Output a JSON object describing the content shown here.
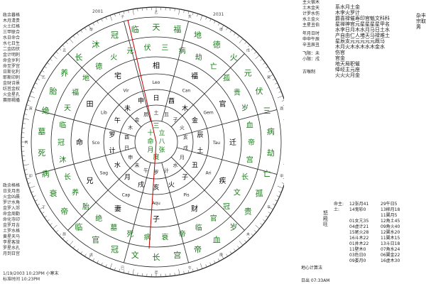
{
  "left_top": [
    "政余暮格",
    "木月清贵",
    "火土红格",
    "三甲联合",
    "水日命合",
    "水七日生",
    "二金四伏",
    "金计明刺",
    "命金岁利",
    "命至罗宫",
    "日斯化利",
    "耶斯印刺",
    "金财诗景",
    "纺莒金权",
    "火金星孔",
    "赛丽褐播"
  ],
  "left_bottom": [
    "政余格格",
    "日支月南",
    "火金凶晨",
    "罗计水角",
    "金罗入郊",
    "命金周勤",
    "命化寺印",
    "金罗月吉",
    "土罗水格",
    "黄星天马",
    "李星客旅",
    "罗星水孔",
    "月到日宫"
  ],
  "bottom_left": [
    "1/19/2003  10:23PM  小寒末",
    "标准时间    10:23PM"
  ],
  "top_degree_left": "2001",
  "top_degree_right": "2031",
  "right_title": [
    "主火宿木",
    "土木金天",
    "计罗水伤",
    "水土金火",
    "主星丑伯"
  ],
  "right_mid": [
    "年月日时",
    "申申午辰",
    "辛丑辰丑"
  ],
  "right_cols": [
    "系水月土金",
    "木李火罗计",
    "爵喜禄催寿印官魁文科科",
    "星禅神官元星星星星甲名",
    "水李日月木水月马日土水",
    "产自由仁人堵天马禄难土",
    "星辰支元元元元元厩马",
    "木月火木水木水木金水",
    "伤官",
    "官金",
    "地天局职催",
    "绛经主元座",
    "火火火月金"
  ],
  "right_vert": [
    "杂丰",
    "宗取",
    "男"
  ],
  "right_small": [
    "飞限：未",
    "小限：戌"
  ],
  "right_label": "古喉制",
  "chart_label": "地心计算法",
  "date_time": "日出  07:33AM",
  "planet_table": {
    "rows": [
      [
        "命主:",
        "12张月41",
        "29午日5"
      ],
      [
        "土:",
        "14鬼轸0",
        "13柳月18"
      ],
      [
        "",
        "",
        "11翼月5"
      ],
      [
        "",
        "01女亢35",
        "12角土45"
      ],
      [
        "",
        "04虚计21",
        "09角火40"
      ],
      [
        "",
        "15尾火28",
        "12翼水20"
      ],
      [
        "",
        "16斗木22",
        "11翼木15"
      ],
      [
        "",
        "01井木22",
        "13斗日18"
      ],
      [
        "",
        "11壁木0",
        "07角水24"
      ],
      [
        "",
        "03危日0",
        "06翼金22"
      ],
      [
        "",
        "09娄月0",
        "16虚木30"
      ]
    ]
  },
  "labels_side": [
    "怒",
    "殿",
    "旺"
  ],
  "outer_ring": [
    "乙",
    "亥",
    "甲",
    "戌",
    "癸",
    "酉",
    "壬",
    "申",
    "辛",
    "未",
    "庚",
    "午",
    "己",
    "巳",
    "戊",
    "辰",
    "丁",
    "卯",
    "丙",
    "寅",
    "乙",
    "丑",
    "甲",
    "子"
  ],
  "mid_ring": [
    "天",
    "福",
    "地",
    "德",
    "火",
    "元",
    "伏",
    "三",
    "病",
    "劫",
    "亡",
    "孤",
    "贵",
    "岁",
    "血",
    "帝",
    "宫",
    "长",
    "文",
    "冠",
    "官",
    "临",
    "帝",
    "衰",
    "病",
    "死",
    "墓",
    "绝",
    "胎",
    "养",
    "长",
    "沐",
    "冠",
    "临"
  ],
  "inner_signs": [
    "Leo",
    "Can",
    "Gem",
    "Tau",
    "Ari",
    "Pis",
    "Aqu",
    "Cap",
    "Sag",
    "Sco",
    "Lib",
    "Vir"
  ],
  "inner_mansions": [
    "相",
    "福",
    "官",
    "迁",
    "疾",
    "财",
    "子",
    "妻",
    "兄",
    "命",
    "田",
    "宅"
  ],
  "center": [
    "十",
    "立",
    "命",
    "八",
    "月",
    "张",
    "三",
    "度"
  ],
  "palace_core": [
    "日",
    "酉",
    "木",
    "金",
    "辰",
    "土",
    "丑",
    "子",
    "火",
    "亥",
    "戌",
    "月",
    "水",
    "计",
    "罗",
    "午",
    "未",
    "申"
  ]
}
